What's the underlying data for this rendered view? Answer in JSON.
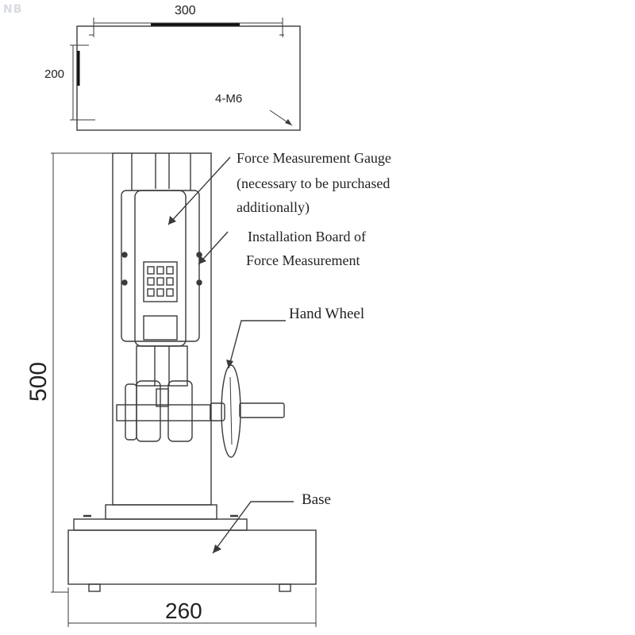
{
  "logo": {
    "text": "NB"
  },
  "dimensions": {
    "top_width": "300",
    "top_height": "200",
    "holes": "4-M6",
    "height": "500",
    "base_width": "260"
  },
  "labels": {
    "gauge_line1": "Force Measurement Gauge",
    "gauge_line2": "(necessary to be purchased",
    "gauge_line3": "additionally)",
    "board_line1": "Installation Board of",
    "board_line2": "Force Measurement",
    "hand_wheel": "Hand Wheel",
    "base": "Base"
  },
  "colors": {
    "line": "#3a3a3a",
    "text": "#222222"
  }
}
